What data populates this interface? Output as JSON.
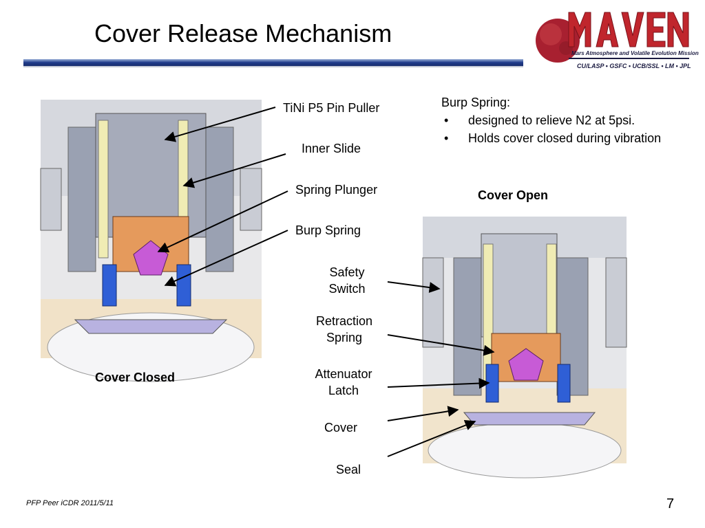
{
  "title": "Cover Release Mechanism",
  "logo": {
    "name": "MAVEN",
    "mission": "Mars Atmosphere and Volatile Evolution Mission",
    "partners": "CU/LASP • GSFC • UCB/SSL • LM • JPL",
    "colors": {
      "red": "#c0262d",
      "planet": "#a82030",
      "navy": "#1a1a40"
    }
  },
  "labels": {
    "pin_puller": "TiNi P5 Pin Puller",
    "inner_slide": "Inner Slide",
    "spring_plunger": "Spring Plunger",
    "burp_spring": "Burp Spring",
    "safety_switch": "Safety Switch",
    "retraction_spring": "Retraction Spring",
    "attenuator_latch": "Attenuator Latch",
    "cover": "Cover",
    "seal": "Seal"
  },
  "note": {
    "heading": "Burp Spring:",
    "bullets": [
      "designed to relieve N2 at 5psi.",
      "Holds cover closed during vibration"
    ]
  },
  "captions": {
    "closed": "Cover Closed",
    "open": "Cover Open"
  },
  "footer": "PFP Peer iCDR 2011/5/11",
  "page_number": "7",
  "colors": {
    "title_bar": "#1f3a8a",
    "orange_part": "#e59a5c",
    "violet_part": "#c75bd6",
    "blue_part": "#2f5fd6",
    "yellow_part": "#f0ecb4"
  }
}
